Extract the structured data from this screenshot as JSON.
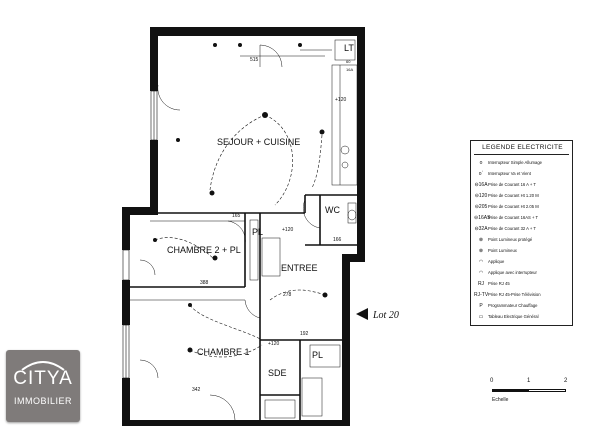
{
  "rooms": {
    "sejour": "SEJOUR + CUISINE",
    "chambre2": "CHAMBRE 2 + PL",
    "chambre1": "CHAMBRE 1",
    "entree": "ENTREE",
    "wc": "WC",
    "sde": "SDE",
    "pl_a": "PL",
    "pl_b": "PL",
    "lt": "LT"
  },
  "dimensions": {
    "d515": "515",
    "d165": "165",
    "d120": "+120",
    "d120b": "+120",
    "d120c": "+120",
    "d166": "166",
    "d388": "388",
    "d278": "278",
    "d192": "192",
    "d342": "342",
    "d60": "60",
    "d16a": "16A"
  },
  "lot_label": "Lot 20",
  "legend": {
    "title": "LEGENDE ELECTRICITE",
    "items": [
      {
        "symbol": "o",
        "label": "Interrupteur Simple Allumage"
      },
      {
        "symbol": "oʿ",
        "label": "Interrupteur Va et Vient"
      },
      {
        "symbol": "⊖16A",
        "label": "Prise de Courant 16 A + T"
      },
      {
        "symbol": "⊖120",
        "label": "Prise de Courant Ht 1.20 M"
      },
      {
        "symbol": "⊖205",
        "label": "Prise de Courant Ht 2.05 M"
      },
      {
        "symbol": "⊖16AS",
        "label": "Prise de Courant 16AS + T"
      },
      {
        "symbol": "⊖32A",
        "label": "Prise de Courant 32 A + T"
      },
      {
        "symbol": "⊗",
        "label": "Point Lumineux protégé"
      },
      {
        "symbol": "⊗",
        "label": "Point Lumineux"
      },
      {
        "symbol": "◠",
        "label": "Applique"
      },
      {
        "symbol": "◠",
        "label": "Applique avec interrupteur"
      },
      {
        "symbol": "RJ",
        "label": "Prise RJ 45"
      },
      {
        "symbol": "RJ-TV",
        "label": "Prise RJ 45-Prise Télévision"
      },
      {
        "symbol": "P",
        "label": "Programmateur Chauffage"
      },
      {
        "symbol": "▭",
        "label": "Tableau Electrique Général"
      }
    ]
  },
  "scale": {
    "n0": "0",
    "n1": "1",
    "n2": "2",
    "label": "Echelle"
  },
  "logo": {
    "name": "CITYA",
    "sub": "IMMOBILIER"
  },
  "colors": {
    "wall": "#111111",
    "logo_bg": "#7f7b7a"
  }
}
